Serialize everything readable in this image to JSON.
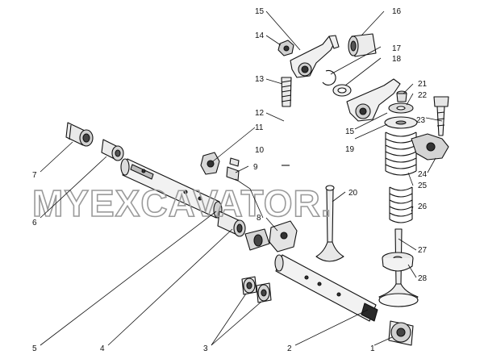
{
  "watermark": "MYEXCAVATOR.",
  "callouts": [
    "1",
    "2",
    "3",
    "4",
    "5",
    "6",
    "7",
    "8",
    "9",
    "10",
    "11",
    "12",
    "13",
    "14",
    "15",
    "15",
    "16",
    "17",
    "18",
    "19",
    "20",
    "21",
    "22",
    "23",
    "24",
    "25",
    "26",
    "27",
    "28"
  ],
  "colors": {
    "line": "#111111",
    "part_fill": "#f2f2f2",
    "dark": "#222222",
    "watermark": "#9a9a9a"
  }
}
